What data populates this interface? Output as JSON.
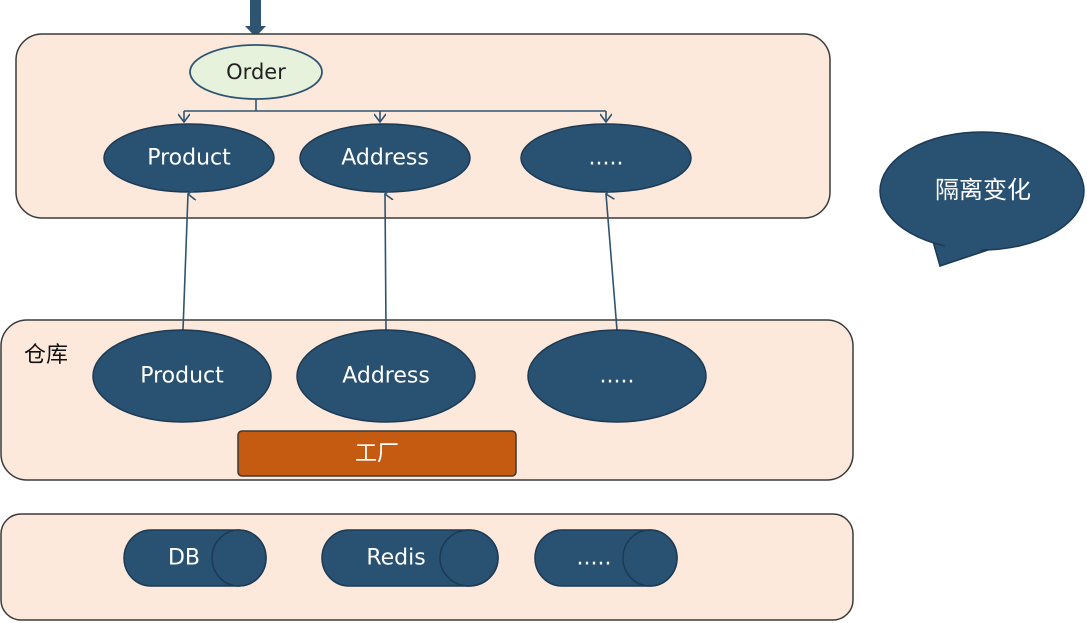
{
  "domain_layer": {
    "root": "Order",
    "children": [
      "Product",
      "Address",
      "....."
    ]
  },
  "warehouse": {
    "label": "仓库",
    "items": [
      "Product",
      "Address",
      "....."
    ],
    "factory_label": "工厂"
  },
  "storage": {
    "items": [
      "DB",
      "Redis",
      "....."
    ]
  },
  "callout": {
    "text": "隔离变化"
  },
  "colors": {
    "panel_fill": "#fde9dc",
    "panel_stroke": "#3a3a3a",
    "node_fill": "#295172",
    "node_stroke": "#1c3a54",
    "order_fill": "#e6f2db",
    "order_stroke": "#2f5472",
    "factory_fill": "#c55a11",
    "arrow": "#2f5472"
  }
}
